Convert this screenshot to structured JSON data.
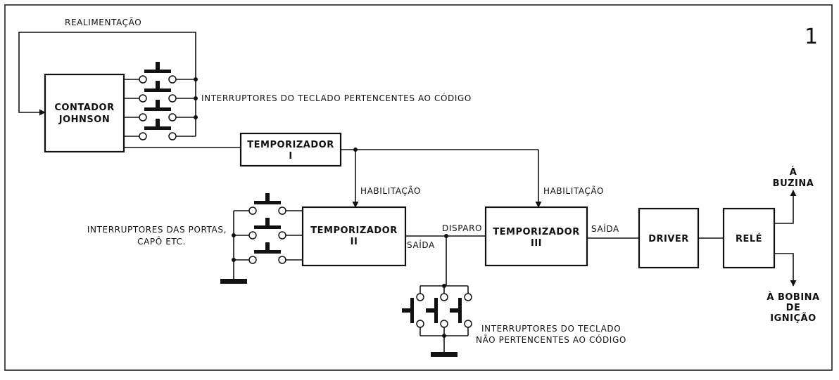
{
  "figure": {
    "number": "1"
  },
  "labels": {
    "feedback": "REALIMENTAÇÃO",
    "code_switches": "INTERRUPTORES DO TECLADO PERTENCENTES AO CÓDIGO",
    "enable_1": "HABILITAÇÃO",
    "enable_2": "HABILITAÇÃO",
    "door_switches_line1": "INTERRUPTORES DAS PORTAS,",
    "door_switches_line2": "CAPÔ ETC.",
    "trigger": "DISPARO",
    "output_1": "SAÍDA",
    "output_2": "SAÍDA",
    "noncode_line1": "INTERRUPTORES DO TECLADO",
    "noncode_line2": "NÃO PERTENCENTES AO CÓDIGO",
    "horn_line1": "À",
    "horn_line2": "BUZINA",
    "coil_line1": "À BOBINA",
    "coil_line2": "DE",
    "coil_line3": "IGNIÇÃO"
  },
  "blocks": {
    "counter_line1": "CONTADOR",
    "counter_line2": "JOHNSON",
    "timer1_line1": "TEMPORIZADOR",
    "timer1_line2": "I",
    "timer2_line1": "TEMPORIZADOR",
    "timer2_line2": "II",
    "timer3_line1": "TEMPORIZADOR",
    "timer3_line2": "III",
    "driver": "DRIVER",
    "relay": "RELÉ"
  }
}
